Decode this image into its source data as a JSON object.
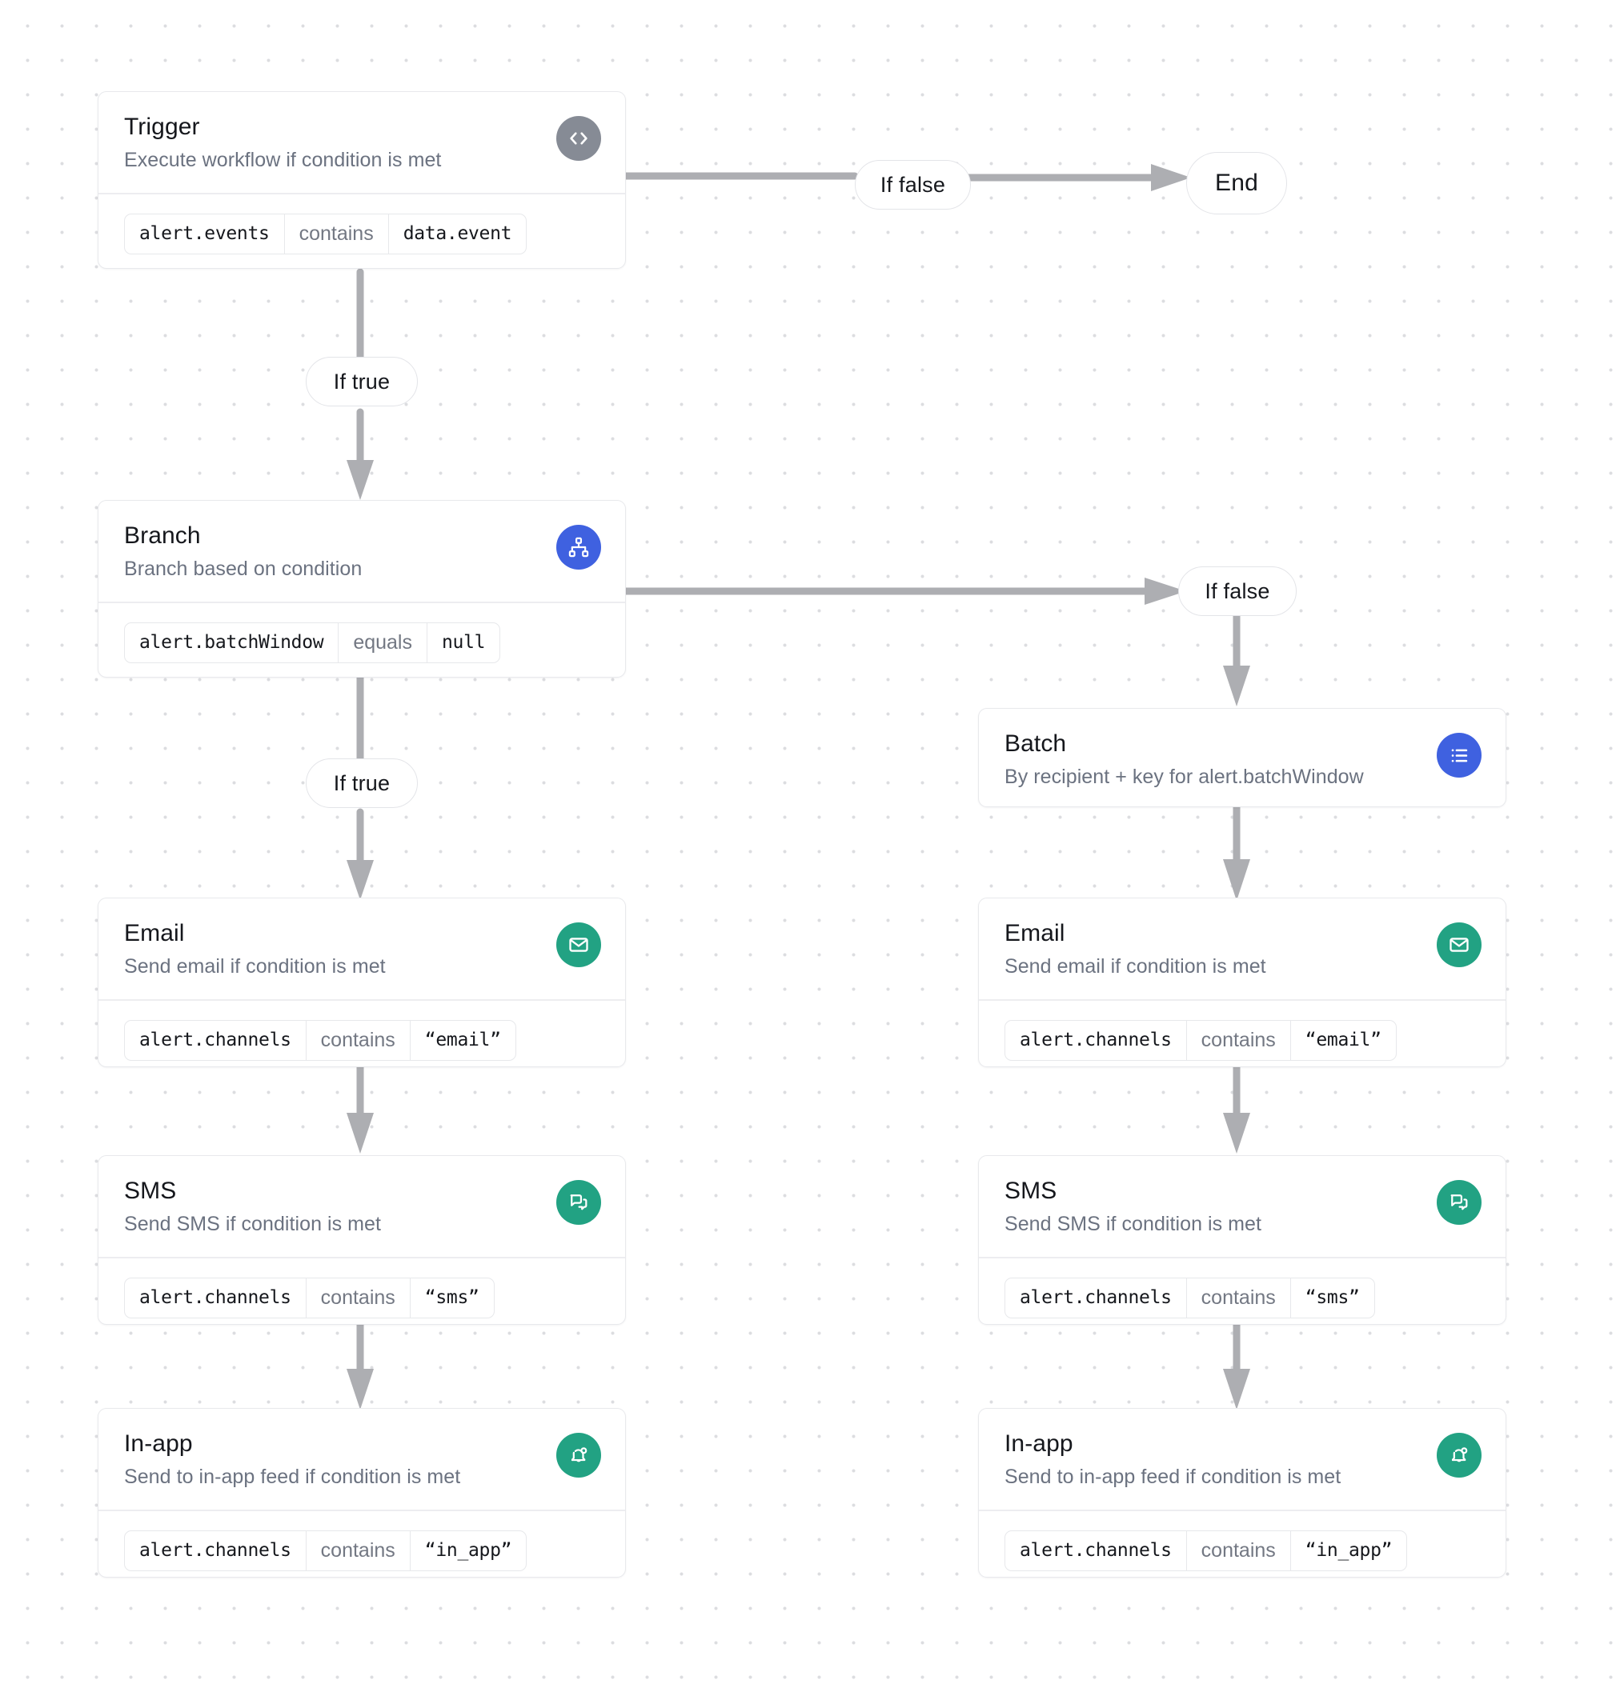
{
  "canvas": {
    "title": "Notification workflow canvas",
    "background": "#ffffff",
    "dot_color": "#dcdde0",
    "edge_color": "#adaeb2"
  },
  "colors": {
    "icon_gray": "#868b95",
    "icon_blue": "#3f61e0",
    "icon_green": "#22a283",
    "title_text": "#15171c",
    "sub_text": "#6b7280",
    "card_border": "#e8e9ec"
  },
  "nodes": {
    "trigger": {
      "title": "Trigger",
      "subtitle": "Execute workflow if condition is met",
      "icon": "code-icon",
      "icon_color": "gray",
      "condition": {
        "field": "alert.events",
        "operator": "contains",
        "value": "data.event"
      }
    },
    "branch": {
      "title": "Branch",
      "subtitle": "Branch based on condition",
      "icon": "sitemap-icon",
      "icon_color": "blue",
      "condition": {
        "field": "alert.batchWindow",
        "operator": "equals",
        "value": "null"
      }
    },
    "batch": {
      "title": "Batch",
      "subtitle": "By recipient + key for alert.batchWindow",
      "icon": "list-icon",
      "icon_color": "blue",
      "condition": null
    },
    "email_left": {
      "title": "Email",
      "subtitle": "Send email if condition is met",
      "icon": "envelope-icon",
      "icon_color": "green",
      "condition": {
        "field": "alert.channels",
        "operator": "contains",
        "value": "“email”"
      }
    },
    "sms_left": {
      "title": "SMS",
      "subtitle": "Send SMS if condition is met",
      "icon": "chat-bubbles-icon",
      "icon_color": "green",
      "condition": {
        "field": "alert.channels",
        "operator": "contains",
        "value": "“sms”"
      }
    },
    "inapp_left": {
      "title": "In-app",
      "subtitle": "Send to in-app feed if condition is met",
      "icon": "bell-dot-icon",
      "icon_color": "green",
      "condition": {
        "field": "alert.channels",
        "operator": "contains",
        "value": "“in_app”"
      }
    },
    "email_right": {
      "title": "Email",
      "subtitle": "Send email if condition is met",
      "icon": "envelope-icon",
      "icon_color": "green",
      "condition": {
        "field": "alert.channels",
        "operator": "contains",
        "value": "“email”"
      }
    },
    "sms_right": {
      "title": "SMS",
      "subtitle": "Send SMS if condition is met",
      "icon": "chat-bubbles-icon",
      "icon_color": "green",
      "condition": {
        "field": "alert.channels",
        "operator": "contains",
        "value": "“sms”"
      }
    },
    "inapp_right": {
      "title": "In-app",
      "subtitle": "Send to in-app feed if condition is met",
      "icon": "bell-dot-icon",
      "icon_color": "green",
      "condition": {
        "field": "alert.channels",
        "operator": "contains",
        "value": "“in_app”"
      }
    }
  },
  "edges": {
    "trigger_false_label": "If false",
    "trigger_true_label": "If true",
    "branch_false_label": "If false",
    "branch_true_label": "If true",
    "end_label": "End"
  }
}
